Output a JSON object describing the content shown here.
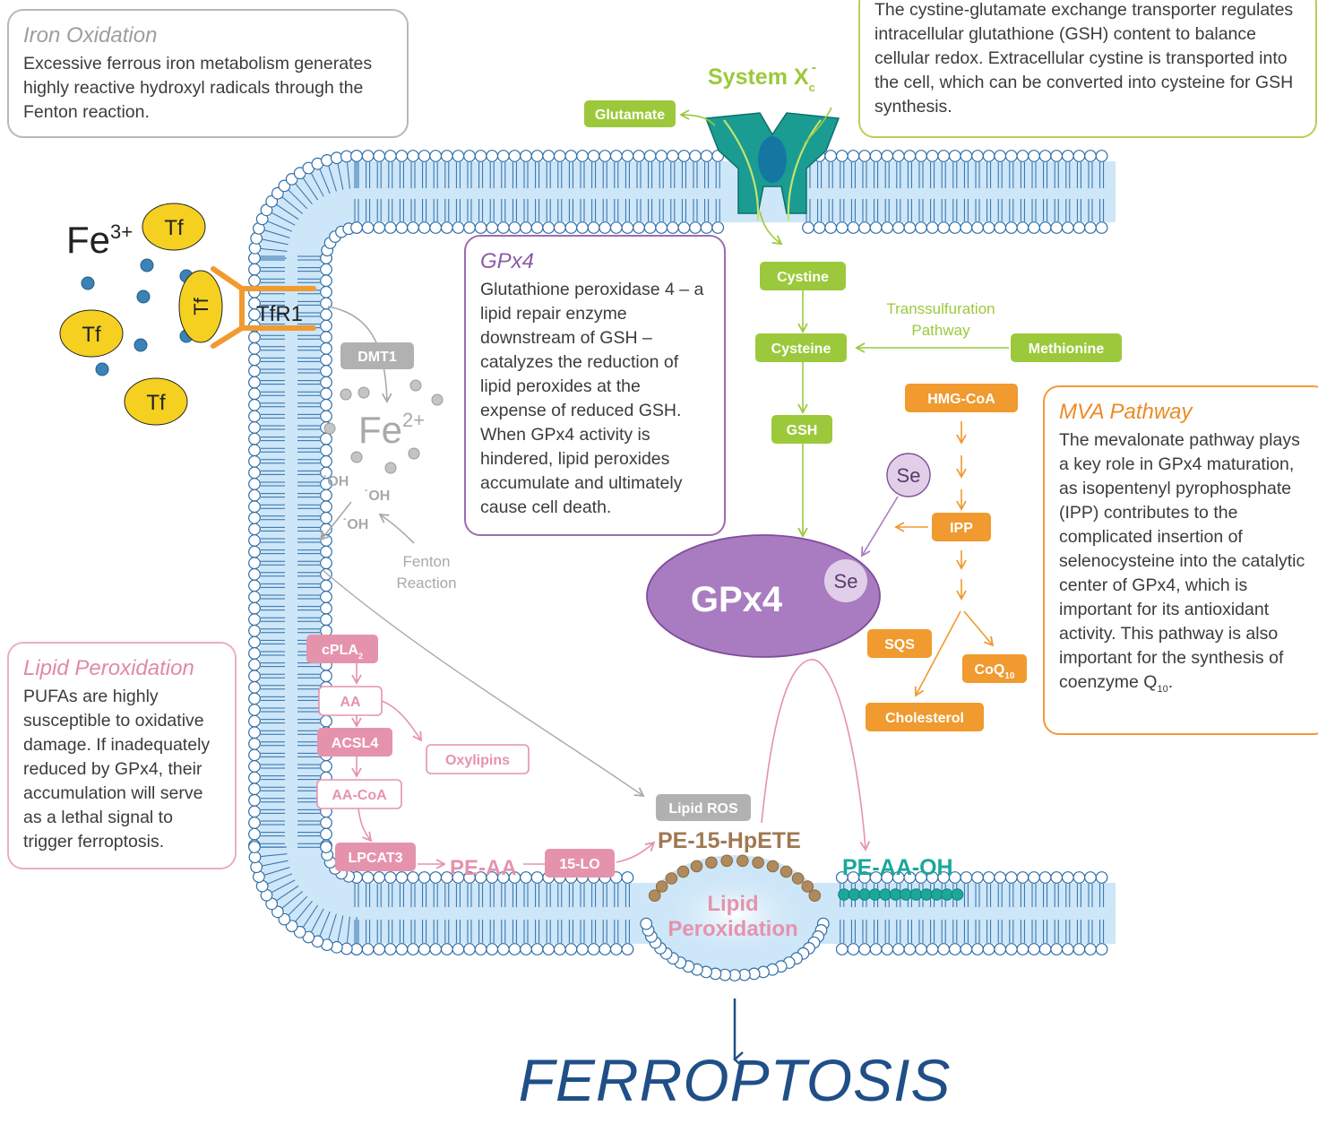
{
  "colors": {
    "membrane_fill": "#cde6f8",
    "membrane_line": "#2f6ea8",
    "green": "#9cc93b",
    "orange": "#f09a2f",
    "purple": "#a97bc0",
    "pink": "#e593ad",
    "gray": "#b1b1b1",
    "teal": "#1aa89a",
    "brown": "#b08a5c",
    "title_blue": "#1f4f86"
  },
  "boxes": {
    "iron_oxidation": {
      "title": "Iron Oxidation",
      "body": "Excessive ferrous iron metabolism generates highly reactive hydroxyl radicals through the Fenton reaction."
    },
    "system_xc": {
      "body": "The cystine-glutamate exchange transporter regulates intracellular glutathione (GSH) content to balance cellular redox. Extracellular cystine is transported into the cell, which can be converted into cysteine for GSH synthesis."
    },
    "gpx4": {
      "title": "GPx4",
      "body": "Glutathione peroxidase 4 – a lipid repair enzyme downstream of GSH – catalyzes the reduction of lipid peroxides at the expense of reduced GSH. When GPx4 activity is hindered, lipid peroxides accumulate and ultimately cause cell death."
    },
    "mva": {
      "title": "MVA Pathway",
      "body_main": "The mevalonate pathway plays a key role in GPx4 maturation, as isopentenyl pyrophosphate (IPP) contributes to the complicated insertion of selenocysteine into the catalytic center of GPx4, which is important for its antioxidant activity. This pathway is also important for the synthesis of coenzyme Q",
      "body_sub": "10",
      "body_end": "."
    },
    "lipid_peroxidation": {
      "title": "Lipid Peroxidation",
      "body": "PUFAs are highly susceptible to oxidative damage. If inadequately reduced by GPx4, their accumulation will serve as a lethal signal to trigger ferroptosis."
    }
  },
  "labels": {
    "system_x": "System X",
    "system_x_sub": "c",
    "system_x_sup": "-",
    "glutamate": "Glutamate",
    "cystine": "Cystine",
    "cysteine": "Cysteine",
    "gsh": "GSH",
    "transsulfuration_1": "Transsulfuration",
    "transsulfuration_2": "Pathway",
    "methionine": "Methionine",
    "hmg_coa": "HMG-CoA",
    "ipp": "IPP",
    "sqs": "SQS",
    "coq_main": "CoQ",
    "coq_sub": "10",
    "cholesterol": "Cholesterol",
    "se": "Se",
    "gpx4_enzyme": "GPx4",
    "fe3": "Fe",
    "fe3_sup": "3+",
    "tf": "Tf",
    "tfr1": "TfR1",
    "dmt1": "DMT1",
    "fe2": "Fe",
    "fe2_sup": "2+",
    "oh": "OH",
    "fenton_1": "Fenton",
    "fenton_2": "Reaction",
    "cpla2_main": "cPLA",
    "cpla2_sub": "2",
    "aa": "AA",
    "acsl4": "ACSL4",
    "oxylipins": "Oxylipins",
    "aa_coa": "AA-CoA",
    "lpcat3": "LPCAT3",
    "pe_aa": "PE-AA",
    "lo15": "15-LO",
    "lipid_ros": "Lipid ROS",
    "pe_15_hpete": "PE-15-HpETE",
    "pe_aa_oh": "PE-AA-OH",
    "lipid_perox_1": "Lipid",
    "lipid_perox_2": "Peroxidation",
    "ferroptosis": "FERROPTOSIS"
  }
}
